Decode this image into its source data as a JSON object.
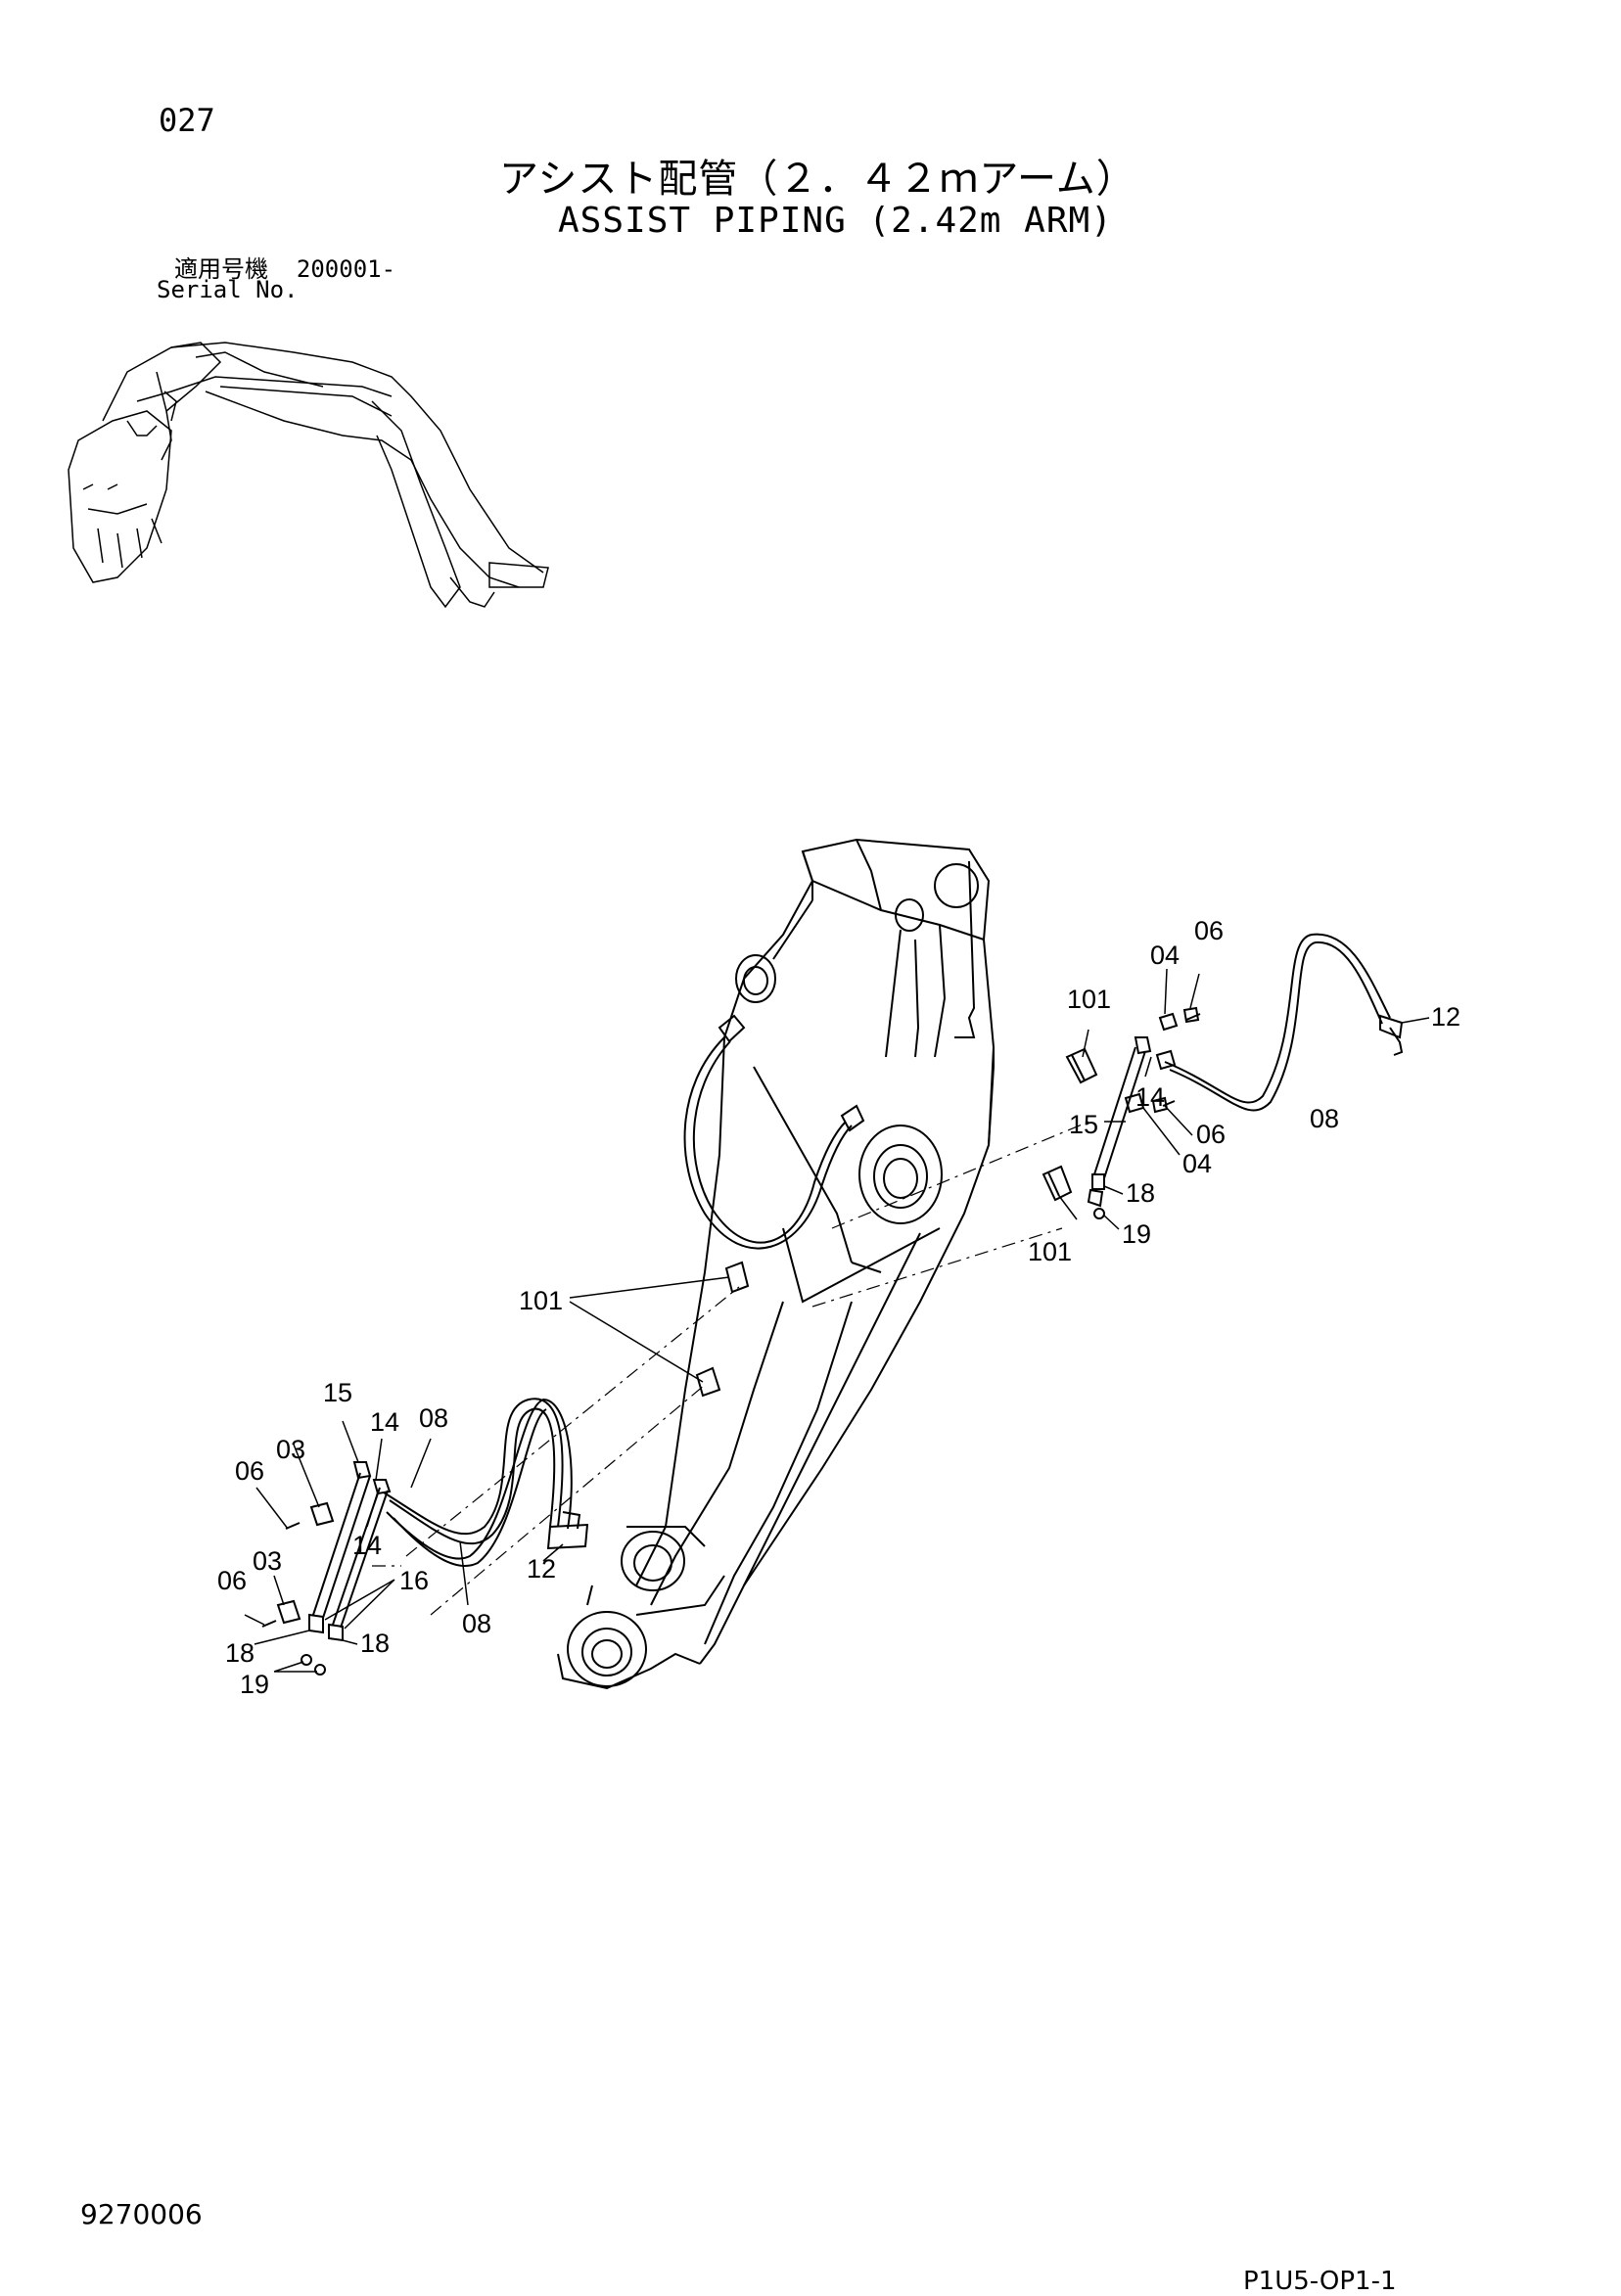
{
  "header": {
    "page_number": "027",
    "title_jp": "アシスト配管（２．４２ｍアーム）",
    "title_en": "ASSIST PIPING (2.42m ARM)",
    "serial_label_jp": "適用号機",
    "serial_value": "200001-",
    "serial_label_en": "Serial No."
  },
  "footer": {
    "document_number": "9270006",
    "page_code": "P1U5-OP1-1"
  },
  "callouts": {
    "c101_top_right": "101",
    "c04_top": "04",
    "c06_top": "06",
    "c12_right": "12",
    "c14_right": "14",
    "c15_right": "15",
    "c06_mid": "06",
    "c04_mid": "04",
    "c08_right": "08",
    "c18_right": "18",
    "c101_right": "101",
    "c19_right": "19",
    "c101_mid": "101",
    "c15_left": "15",
    "c14_left_top": "14",
    "c08_left_top": "08",
    "c03_left_top": "03",
    "c06_left_top": "06",
    "c14_left_mid": "14",
    "c12_left": "12",
    "c03_left_mid": "03",
    "c16_left": "16",
    "c06_left_mid": "06",
    "c08_left_bottom": "08",
    "c18_left": "18",
    "c18_left_right": "18",
    "c19_left": "19"
  }
}
